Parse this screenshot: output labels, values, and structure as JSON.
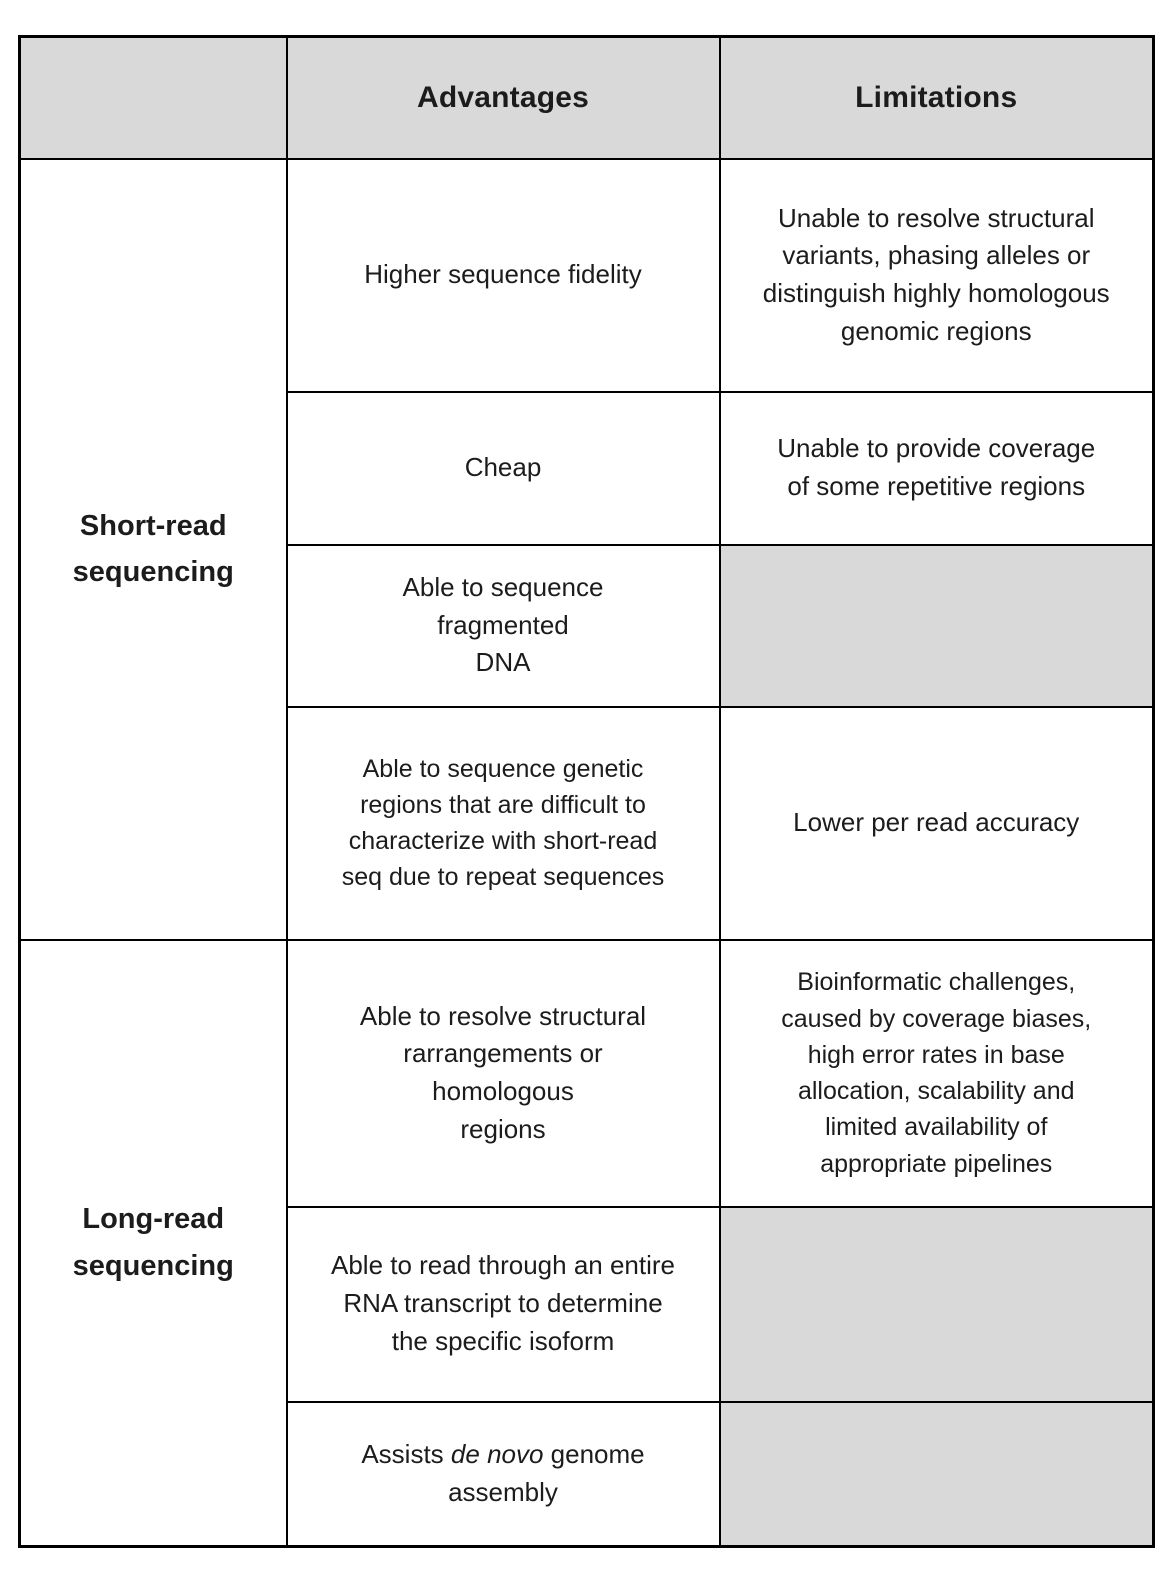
{
  "table": {
    "header": {
      "advantages": "Advantages",
      "limitations": "Limitations"
    },
    "groups": [
      {
        "label": "Short-read\nsequencing",
        "rows": [
          {
            "advantage": "Higher sequence fidelity",
            "limitation": "Unable to resolve structural\nvariants, phasing alleles or\ndistinguish highly homologous\ngenomic regions"
          },
          {
            "advantage": "Cheap",
            "limitation": "Unable to provide coverage\nof some repetitive regions"
          },
          {
            "advantage": "Able to sequence\nfragmented\nDNA",
            "limitation": ""
          },
          {
            "advantage": "Able to sequence genetic\nregions that are difficult to\ncharacterize with short-read\nseq due to repeat sequences",
            "limitation": "Lower per read accuracy"
          }
        ]
      },
      {
        "label": "Long-read\nsequencing",
        "rows": [
          {
            "advantage": "Able to resolve structural\nrarrangements or\nhomologous\nregions",
            "limitation": "Bioinformatic challenges,\ncaused by coverage biases,\nhigh error rates in base\nallocation, scalability and\nlimited availability of\nappropriate pipelines"
          },
          {
            "advantage": "Able to read through an entire\nRNA transcript to determine\nthe specific isoform",
            "limitation": ""
          },
          {
            "advantage_pre": "Assists ",
            "advantage_italic": "de novo",
            "advantage_post": " genome\nassembly",
            "limitation": ""
          }
        ]
      }
    ],
    "colors": {
      "header_bg": "#d9d9d9",
      "empty_cell_bg": "#d9d9d9",
      "border": "#000000",
      "text": "#1c1c1c"
    }
  }
}
